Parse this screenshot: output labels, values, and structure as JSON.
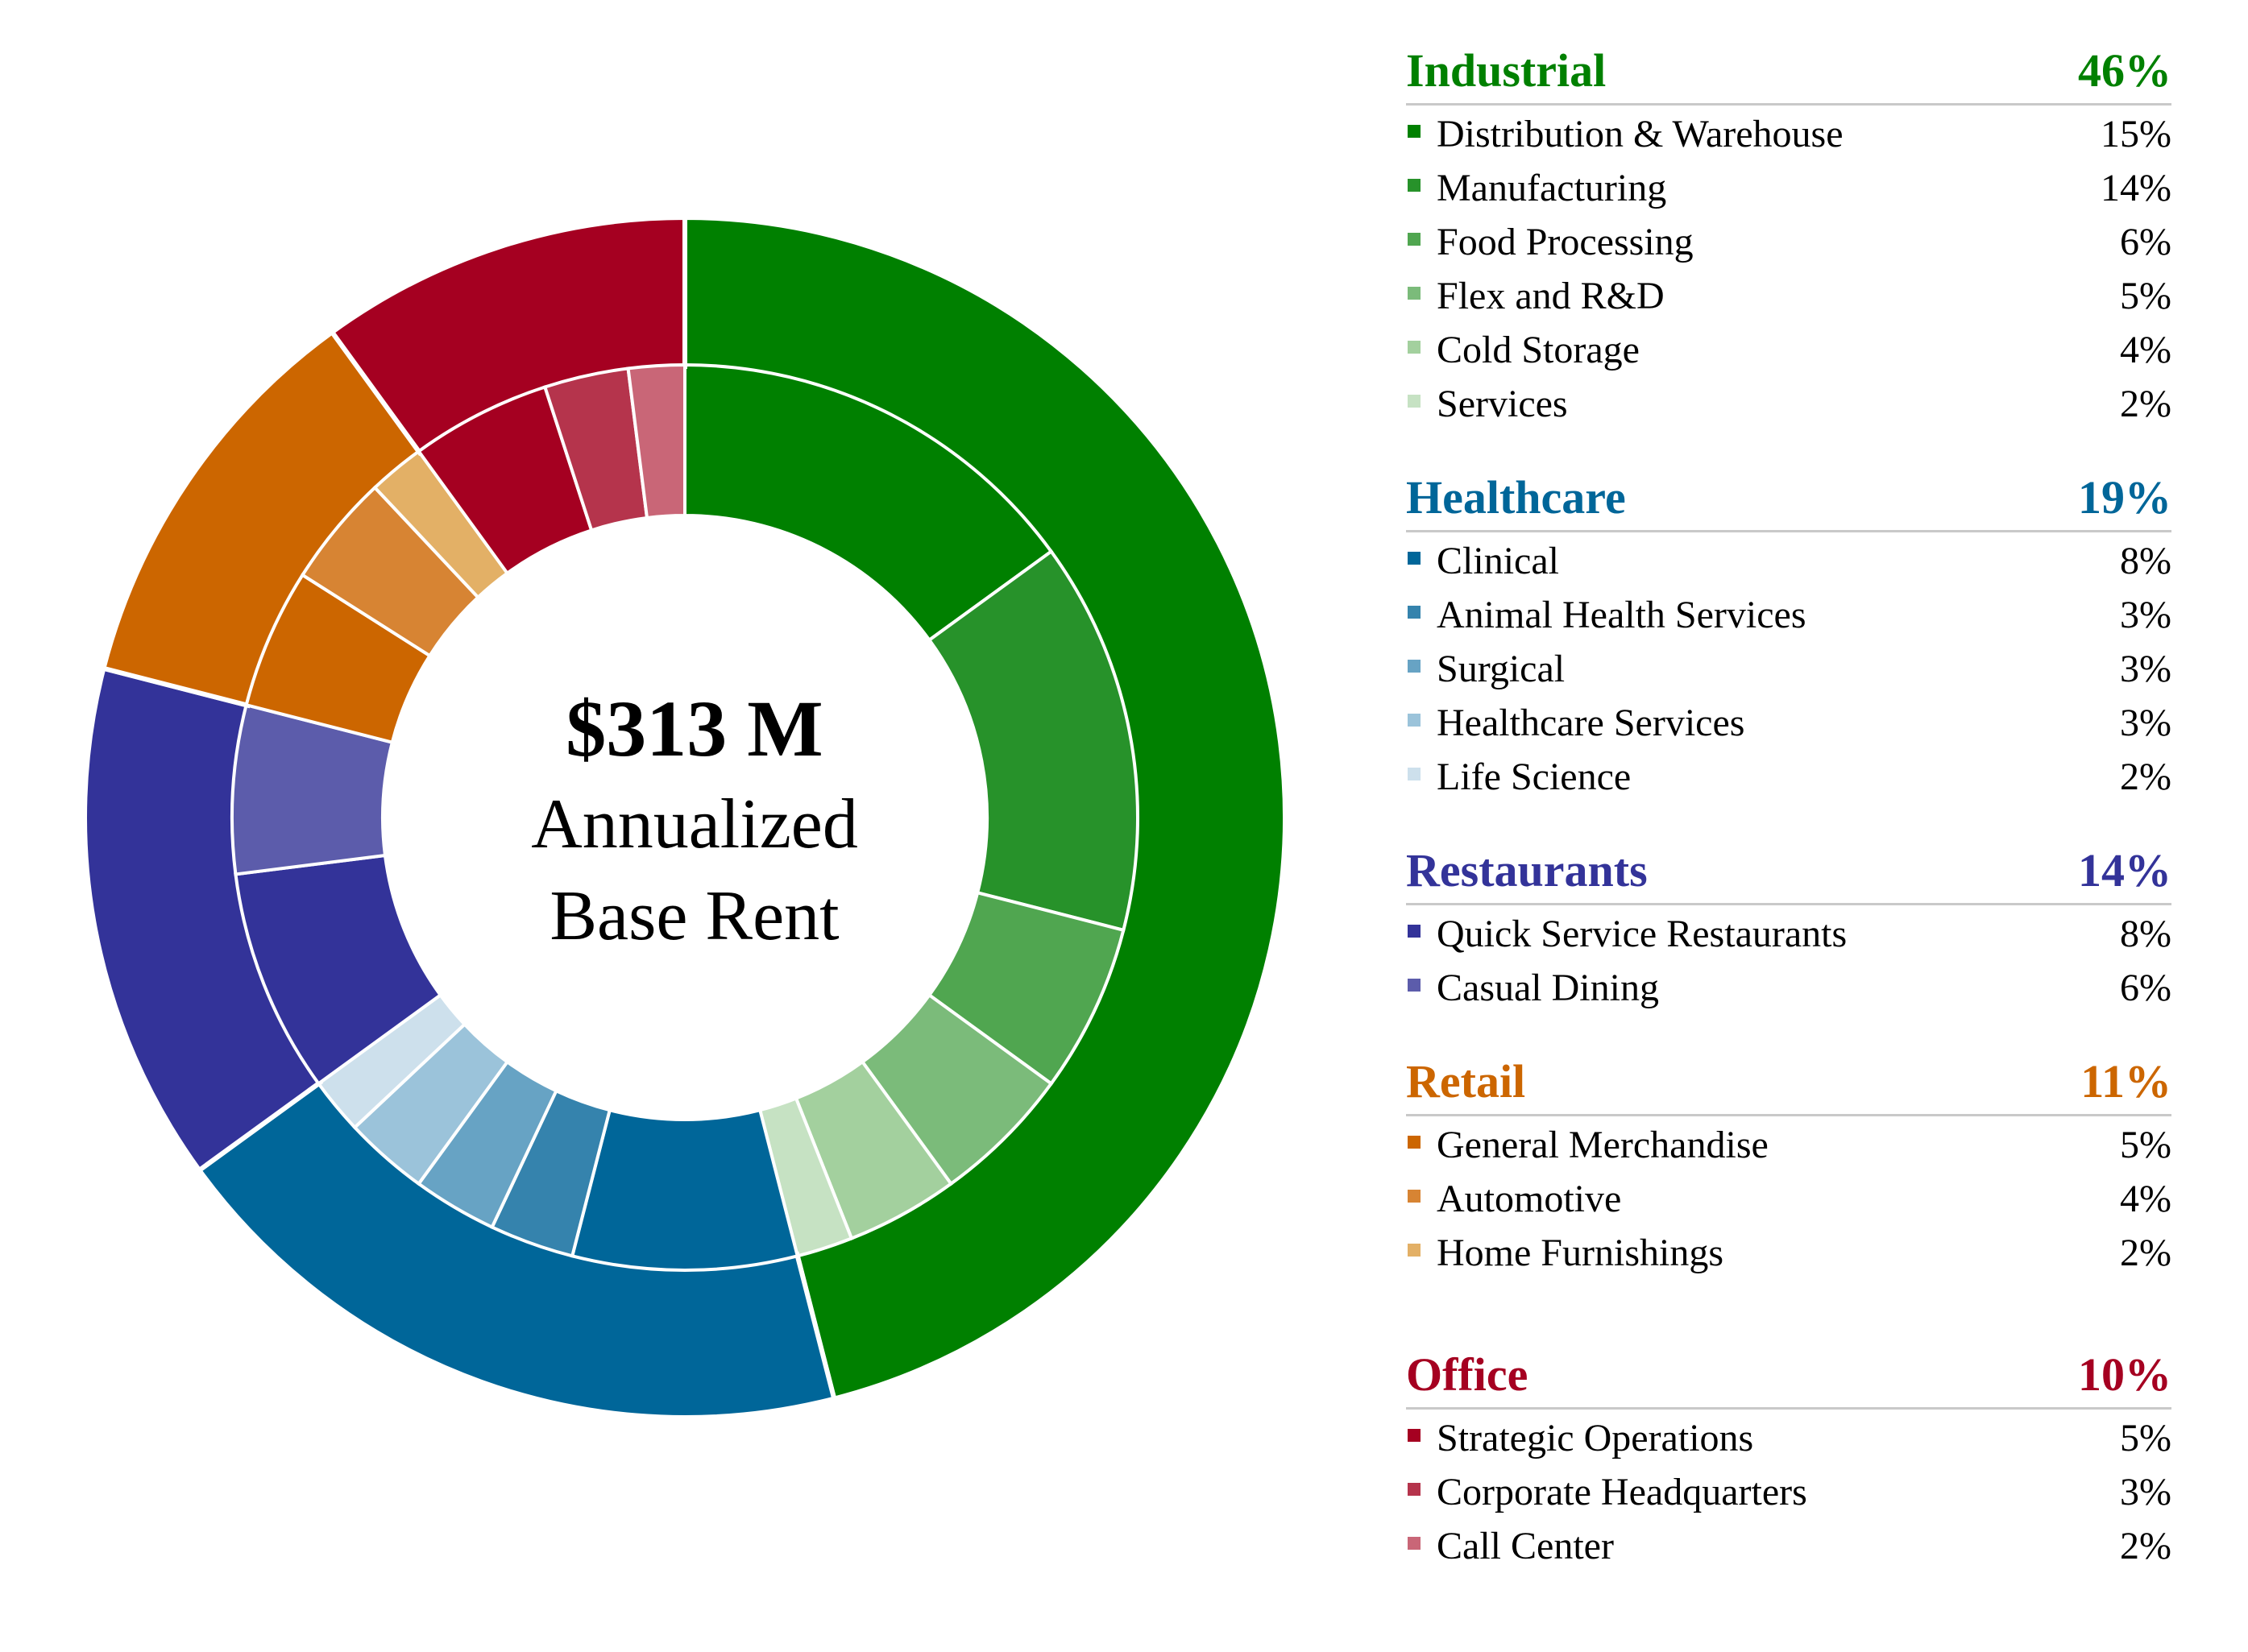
{
  "center": {
    "value": "$313 M",
    "line1": "Annualized",
    "line2": "Base Rent"
  },
  "chart_data": {
    "type": "pie",
    "variant": "nested-donut",
    "groups": [
      {
        "name": "Industrial",
        "pct": "46%",
        "value": 46,
        "color": "#008000",
        "items": [
          {
            "name": "Distribution & Warehouse",
            "pct": "15%",
            "value": 15,
            "color": "#008000"
          },
          {
            "name": "Manufacturing",
            "pct": "14%",
            "value": 14,
            "color": "#27922a"
          },
          {
            "name": "Food Processing",
            "pct": "6%",
            "value": 6,
            "color": "#50a650"
          },
          {
            "name": "Flex and R&D",
            "pct": "5%",
            "value": 5,
            "color": "#7bbb7a"
          },
          {
            "name": "Cold Storage",
            "pct": "4%",
            "value": 4,
            "color": "#a3d09e"
          },
          {
            "name": "Services",
            "pct": "2%",
            "value": 2,
            "color": "#c6e2c3"
          }
        ]
      },
      {
        "name": "Healthcare",
        "pct": "19%",
        "value": 19,
        "color": "#006699",
        "items": [
          {
            "name": "Clinical",
            "pct": "8%",
            "value": 8,
            "color": "#006699"
          },
          {
            "name": "Animal Health Services",
            "pct": "3%",
            "value": 3,
            "color": "#3583ad"
          },
          {
            "name": "Surgical",
            "pct": "3%",
            "value": 3,
            "color": "#67a3c4"
          },
          {
            "name": "Healthcare Services",
            "pct": "3%",
            "value": 3,
            "color": "#9bc3da"
          },
          {
            "name": "Life Science",
            "pct": "2%",
            "value": 2,
            "color": "#cde0ec"
          }
        ]
      },
      {
        "name": "Restaurants",
        "pct": "14%",
        "value": 14,
        "color": "#333399",
        "items": [
          {
            "name": "Quick Service Restaurants",
            "pct": "8%",
            "value": 8,
            "color": "#333399"
          },
          {
            "name": "Casual Dining",
            "pct": "6%",
            "value": 6,
            "color": "#5c5cab"
          }
        ]
      },
      {
        "name": "Retail",
        "pct": "11%",
        "value": 11,
        "color": "#cc6600",
        "items": [
          {
            "name": "General Merchandise",
            "pct": "5%",
            "value": 5,
            "color": "#cc6600"
          },
          {
            "name": "Automotive",
            "pct": "4%",
            "value": 4,
            "color": "#d78433"
          },
          {
            "name": "Home Furnishings",
            "pct": "2%",
            "value": 2,
            "color": "#e3b066"
          }
        ]
      },
      {
        "name": "Office",
        "pct": "10%",
        "value": 10,
        "color": "#a50021",
        "items": [
          {
            "name": "Strategic Operations",
            "pct": "5%",
            "value": 5,
            "color": "#a50021"
          },
          {
            "name": "Corporate Headquarters",
            "pct": "3%",
            "value": 3,
            "color": "#b5344c"
          },
          {
            "name": "Call Center",
            "pct": "2%",
            "value": 2,
            "color": "#c96677"
          }
        ]
      }
    ]
  }
}
